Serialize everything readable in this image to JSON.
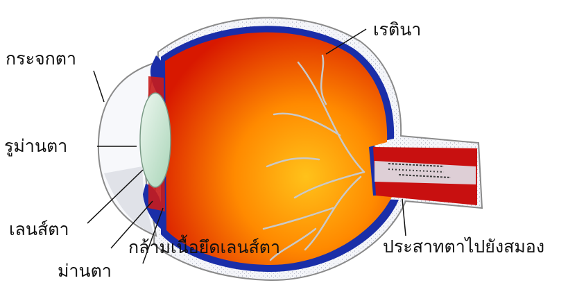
{
  "labels": {
    "cornea": "กระจกตา",
    "pupil": "รูม่านตา",
    "lens": "เลนส์ตา",
    "iris": "ม่านตา",
    "ciliary_muscle": "กล้ามเนื้อยึดเลนส์ตา",
    "retina": "เรตินา",
    "optic_nerve": "ประสาทตาไปยังสมอง"
  },
  "colors": {
    "sclera_outline": "#8a8a8a",
    "sclera_fill": "#f3f4f8",
    "choroid": "#1a2ea8",
    "interior_inner": "#ffb000",
    "interior_outer": "#d81800",
    "lens": "#c9e6d2",
    "blood_vessels": "#c9c9c9",
    "leader_lines": "#111111"
  }
}
